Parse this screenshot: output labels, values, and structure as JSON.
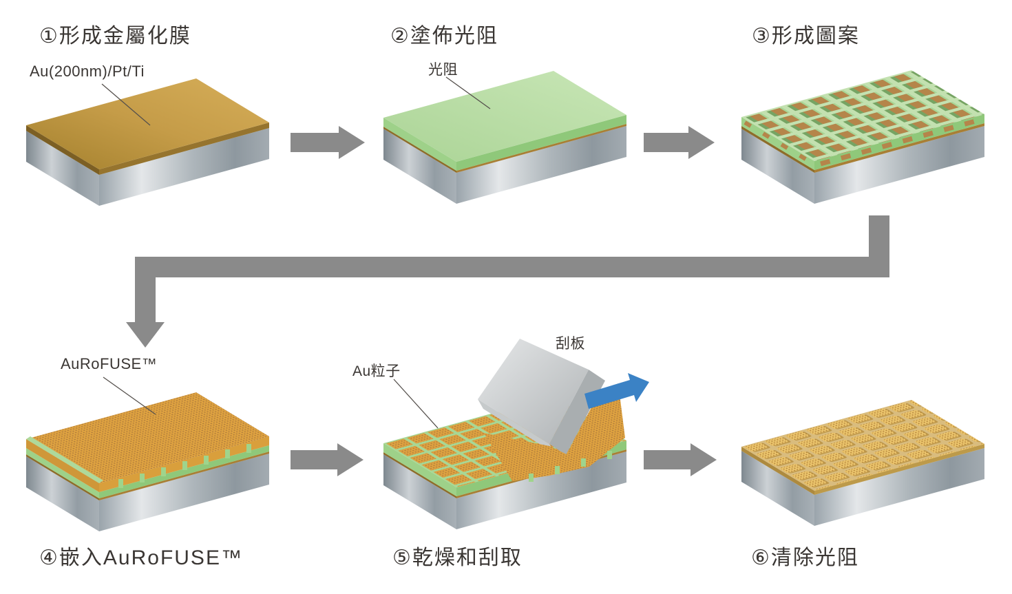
{
  "diagram": {
    "type": "process-flow",
    "language": "zh-Hant",
    "steps": [
      {
        "index": "①",
        "title": "①形成金屬化膜",
        "callouts": [
          "Au(200nm)/Pt/Ti"
        ]
      },
      {
        "index": "②",
        "title": "②塗佈光阻",
        "callouts": [
          "光阻"
        ]
      },
      {
        "index": "③",
        "title": "③形成圖案",
        "callouts": []
      },
      {
        "index": "④",
        "title": "④嵌入AuRoFUSE™",
        "callouts": [
          "AuRoFUSE™"
        ]
      },
      {
        "index": "⑤",
        "title": "⑤乾燥和刮取",
        "callouts": [
          "Au粒子",
          "刮板"
        ]
      },
      {
        "index": "⑥",
        "title": "⑥清除光阻",
        "callouts": []
      }
    ],
    "flow_order": [
      "①→②",
      "②→③",
      "③→④",
      "④→⑤",
      "⑤→⑥"
    ],
    "colors": {
      "background": "#ffffff",
      "text": "#3a3633",
      "flow_arrow_gray": "#8a8a8a",
      "scrape_arrow_blue": "#3b82c5",
      "substrate_gray": "#9aa4ab",
      "gold_metal": "#c59c48",
      "gold_edge": "#8d6d2a",
      "photoresist_green": "#b7dba4",
      "paste_orange": "#e1a440",
      "paste_dot_brown": "#ab773c",
      "squeegee_gray": "#cfd2d3",
      "exposed_pad_brown": "#b5854a",
      "dried_bump_gold": "#edc76e"
    }
  }
}
